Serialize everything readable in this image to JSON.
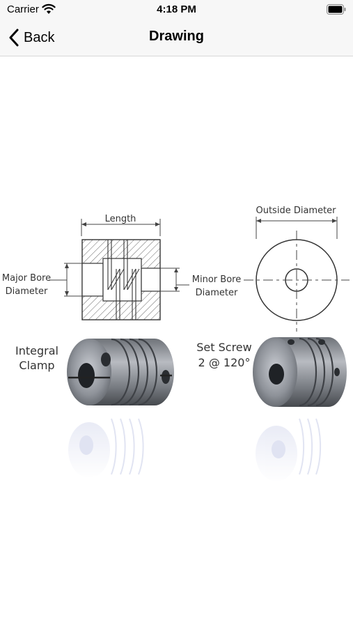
{
  "status_bar": {
    "carrier": "Carrier",
    "time": "4:18 PM",
    "wifi_icon": "wifi-icon",
    "battery_icon": "battery-icon"
  },
  "nav": {
    "back_label": "Back",
    "title": "Drawing",
    "back_icon": "chevron-left-icon"
  },
  "drawing": {
    "length_label": "Length",
    "outside_diameter_label": "Outside Diameter",
    "major_bore_line1": "Major Bore",
    "major_bore_line2": "Diameter",
    "minor_bore_line1": "Minor Bore",
    "minor_bore_line2": "Diameter",
    "integral_line1": "Integral",
    "integral_line2": "Clamp",
    "set_screw_line1": "Set Screw",
    "set_screw_line2": "2 @ 120°"
  }
}
